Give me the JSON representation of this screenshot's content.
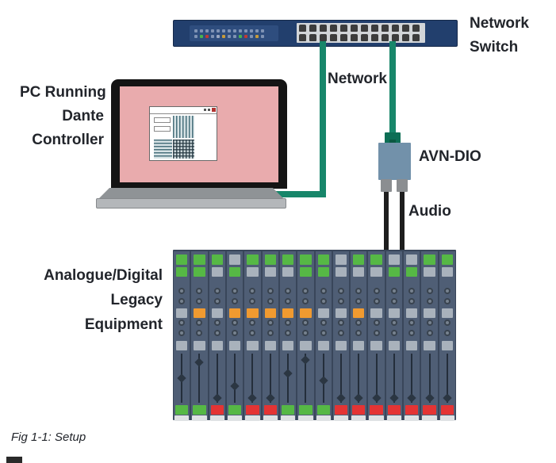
{
  "labels": {
    "pc": {
      "lines": [
        "PC Running",
        "Dante",
        "Controller"
      ]
    },
    "network_switch": {
      "lines": [
        "Network",
        "Switch"
      ]
    },
    "network": "Network",
    "avn_dio": "AVN-DIO",
    "audio": "Audio",
    "legacy": {
      "lines": [
        "Analogue/Digital",
        "Legacy",
        "Equipment"
      ]
    },
    "caption": "Fig 1-1: Setup"
  },
  "colors": {
    "cable_green": "#17866a",
    "switch_navy": "#223f6d",
    "avn_dio_blue": "#7291aa",
    "console_body": "#4f5e75",
    "button_green": "#56b845",
    "button_orange": "#f09a30",
    "button_gray": "#a9b2bc",
    "button_red": "#e43434",
    "laptop_screen_pink": "#e9abad"
  },
  "switch": {
    "port_columns": 12,
    "port_rows": 2,
    "led_rows": [
      [
        "#7e92b4",
        "#7e92b4",
        "#7e92b4",
        "#7e92b4",
        "#7e92b4",
        "#7e92b4",
        "#7e92b4",
        "#7e92b4",
        "#7e92b4",
        "#7e92b4",
        "#7e92b4",
        "#7e92b4",
        "#7e92b4"
      ],
      [
        "#7e92b4",
        "#49b14d",
        "#bf3a33",
        "#7e92b4",
        "#9aa7c0",
        "#c89b3a",
        "#7e92b4",
        "#7e92b4",
        "#49b14d",
        "#bf3a33",
        "#7e92b4",
        "#c89b3a",
        "#7e92b4"
      ]
    ]
  },
  "console": {
    "channels": [
      {
        "btn1": "green",
        "btn2": "green",
        "mid": "gray",
        "fader": 50,
        "bottom": "green"
      },
      {
        "btn1": "green",
        "btn2": "green",
        "mid": "orange",
        "fader": 16,
        "bottom": "green"
      },
      {
        "btn1": "green",
        "btn2": "gray",
        "mid": "gray",
        "fader": 93,
        "bottom": "red"
      },
      {
        "btn1": "gray",
        "btn2": "green",
        "mid": "orange",
        "fader": 67,
        "bottom": "green"
      },
      {
        "btn1": "green",
        "btn2": "gray",
        "mid": "orange",
        "fader": 93,
        "bottom": "red"
      },
      {
        "btn1": "green",
        "btn2": "gray",
        "mid": "orange",
        "fader": 93,
        "bottom": "red"
      },
      {
        "btn1": "green",
        "btn2": "gray",
        "mid": "orange",
        "fader": 40,
        "bottom": "green"
      },
      {
        "btn1": "green",
        "btn2": "green",
        "mid": "orange",
        "fader": 10,
        "bottom": "green"
      },
      {
        "btn1": "green",
        "btn2": "green",
        "mid": "gray",
        "fader": 55,
        "bottom": "green"
      },
      {
        "btn1": "gray",
        "btn2": "gray",
        "mid": "gray",
        "fader": 93,
        "bottom": "red"
      },
      {
        "btn1": "green",
        "btn2": "gray",
        "mid": "orange",
        "fader": 93,
        "bottom": "red"
      },
      {
        "btn1": "green",
        "btn2": "gray",
        "mid": "gray",
        "fader": 93,
        "bottom": "red"
      },
      {
        "btn1": "gray",
        "btn2": "green",
        "mid": "gray",
        "fader": 93,
        "bottom": "red"
      },
      {
        "btn1": "gray",
        "btn2": "green",
        "mid": "gray",
        "fader": 93,
        "bottom": "red"
      },
      {
        "btn1": "green",
        "btn2": "gray",
        "mid": "gray",
        "fader": 93,
        "bottom": "red"
      },
      {
        "btn1": "green",
        "btn2": "gray",
        "mid": "gray",
        "fader": 93,
        "bottom": "red"
      }
    ]
  }
}
